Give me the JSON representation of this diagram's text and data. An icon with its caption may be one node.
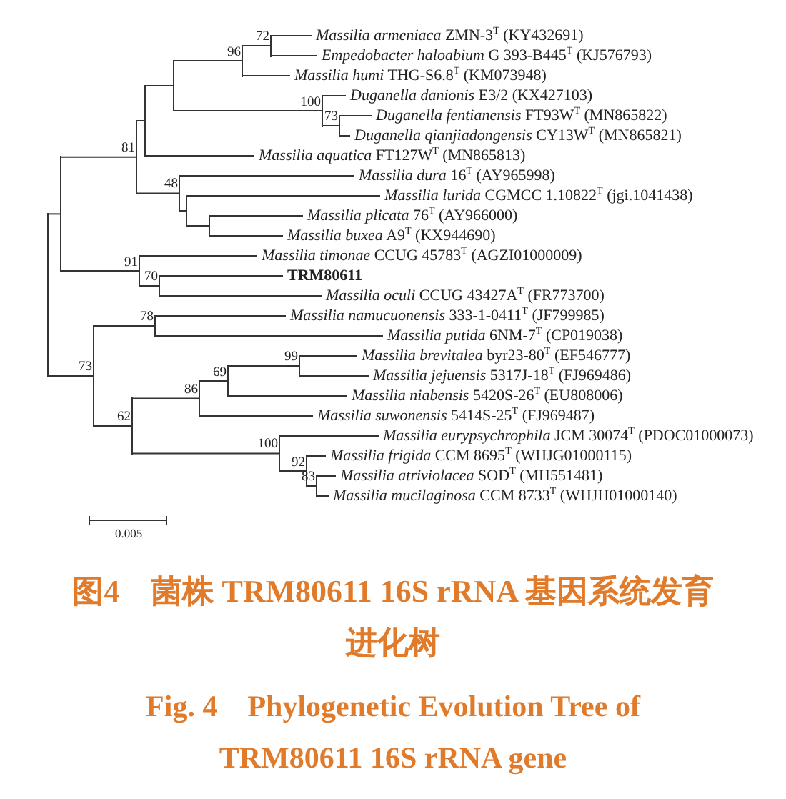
{
  "diagram": {
    "caption": "图4　菌株 TRM80611 16S rRNA 基因系统发育进化树",
    "nodes": [
      {
        "text": [
          "*Massilia armeniaca* ZMN-3$^{T}$ (KY432691)"
        ]
      },
      {
        "text": [
          "*Empedobacter haloabium* G 393-B445$^{T}$ (KJ576793)"
        ]
      },
      {
        "text": [
          "*Massilia humi* THG-S6.8$^{T}$ (KM073948)"
        ]
      },
      {
        "text": [
          "*Duganella danionis* E3/2 (KX427103)"
        ]
      },
      {
        "text": [
          "*Duganella fentianensis* FT93W$^{T}$ (MN865822)"
        ]
      },
      {
        "text": [
          "*Duganella qianjiadongensis* CY13W$^{T}$ (MN865821)"
        ]
      },
      {
        "text": [
          "*Massilia aquatica* FT127W$^{T}$ (MN865813)"
        ]
      },
      {
        "text": [
          "*Massilia dura* 16$^{T}$ (AY965998)"
        ]
      },
      {
        "text": [
          "*Massilia lurida* CGMCC 1.10822$^{T}$ (jgi.1041438)"
        ]
      },
      {
        "text": [
          "*Massilia plicata* 76$^{T}$ (AY966000)"
        ]
      },
      {
        "text": [
          "*Massilia buxea* A9$^{T}$ (KX944690)"
        ]
      },
      {
        "text": [
          "*Massilia timonae* CCUG 45783$^{T}$ (AGZI01000009)"
        ]
      },
      {
        "text": [
          "**TRM80611**"
        ]
      },
      {
        "text": [
          "*Massilia oculi* CCUG 43427A$^{T}$ (FR773700)"
        ]
      },
      {
        "text": [
          "*Massilia namucuonensis* 333-1-0411$^{T}$ (JF799985)"
        ]
      },
      {
        "text": [
          "*Massilia putida* 6NM-7$^{T}$ (CP019038)"
        ]
      },
      {
        "text": [
          "*Massilia brevitalea* byr23-80$^{T}$ (EF546777)"
        ]
      },
      {
        "text": [
          "*Massilia jejuensis* 5317J-18$^{T}$ (FJ969486)"
        ]
      },
      {
        "text": [
          "*Massilia niabensis* 5420S-26$^{T}$ (EU808006)"
        ]
      },
      {
        "text": [
          "*Massilia suwonensis* 5414S-25$^{T}$ (FJ969487)"
        ]
      },
      {
        "text": [
          "*Massilia eurypsychrophila* JCM 30074$^{T}$ (PDOC01000073)"
        ]
      },
      {
        "text": [
          "*Massilia frigida* CCM 8695$^{T}$ (WHJG01000115)"
        ]
      },
      {
        "text": [
          "*Massilia atriviolacea* SOD$^{T}$ (MH551481)"
        ]
      },
      {
        "text": [
          "*Massilia mucilaginosa* CCM 8733$^{T}$ (WHJH01000140)"
        ]
      },
      {
        "text": [],
        "shape": "bar",
        "beside": [
          "72"
        ]
      },
      {
        "text": [],
        "shape": "bar",
        "beside": [
          "96"
        ]
      },
      {
        "text": [],
        "shape": "bar",
        "beside": [
          "100"
        ]
      },
      {
        "text": [],
        "shape": "bar",
        "beside": [
          "73"
        ]
      },
      {
        "text": [],
        "shape": "bar"
      },
      {
        "text": [],
        "shape": "bar"
      },
      {
        "text": [],
        "shape": "bar",
        "beside": [
          "48"
        ]
      },
      {
        "text": [],
        "shape": "bar"
      },
      {
        "text": [],
        "shape": "bar"
      },
      {
        "text": [],
        "shape": "bar",
        "beside": [
          "81"
        ]
      },
      {
        "text": [],
        "shape": "bar",
        "beside": [
          "91"
        ]
      },
      {
        "text": [],
        "shape": "bar",
        "beside": [
          "70"
        ]
      },
      {
        "text": [],
        "shape": "bar"
      },
      {
        "text": [],
        "shape": "bar"
      },
      {
        "text": [],
        "shape": "bar",
        "beside": [
          "73"
        ]
      },
      {
        "text": [],
        "shape": "bar",
        "beside": [
          "78"
        ]
      },
      {
        "text": [],
        "shape": "bar",
        "beside": [
          "62"
        ]
      },
      {
        "text": [],
        "shape": "bar",
        "beside": [
          "86"
        ]
      },
      {
        "text": [],
        "shape": "bar",
        "beside": [
          "69"
        ]
      },
      {
        "text": [],
        "shape": "bar",
        "beside": [
          "99"
        ]
      },
      {
        "text": [],
        "shape": "bar",
        "beside": [
          "100"
        ]
      },
      {
        "text": [],
        "shape": "bar",
        "beside": [
          "92"
        ]
      },
      {
        "text": [],
        "shape": "bar",
        "beside": [
          "83"
        ]
      }
    ],
    "edges": [
      {
        "from": 24,
        "to": 0,
        "arrow": "none"
      },
      {
        "from": 24,
        "to": 1,
        "arrow": "none"
      },
      {
        "from": 25,
        "to": 24,
        "arrow": "none"
      },
      {
        "from": 25,
        "to": 2,
        "arrow": "none"
      },
      {
        "from": 26,
        "to": 3,
        "arrow": "none"
      },
      {
        "from": 26,
        "to": 27,
        "arrow": "none"
      },
      {
        "from": 27,
        "to": 4,
        "arrow": "none"
      },
      {
        "from": 27,
        "to": 5,
        "arrow": "none"
      },
      {
        "from": 28,
        "to": 25,
        "arrow": "none"
      },
      {
        "from": 28,
        "to": 26,
        "arrow": "none"
      },
      {
        "from": 29,
        "to": 28,
        "arrow": "none"
      },
      {
        "from": 29,
        "to": 6,
        "arrow": "none"
      },
      {
        "from": 30,
        "to": 7,
        "arrow": "none"
      },
      {
        "from": 30,
        "to": 31,
        "arrow": "none"
      },
      {
        "from": 31,
        "to": 8,
        "arrow": "none"
      },
      {
        "from": 31,
        "to": 32,
        "arrow": "none"
      },
      {
        "from": 32,
        "to": 9,
        "arrow": "none"
      },
      {
        "from": 32,
        "to": 10,
        "arrow": "none"
      },
      {
        "from": 33,
        "to": 29,
        "arrow": "none"
      },
      {
        "from": 33,
        "to": 30,
        "arrow": "none"
      },
      {
        "from": 34,
        "to": 11,
        "arrow": "none"
      },
      {
        "from": 34,
        "to": 35,
        "arrow": "none"
      },
      {
        "from": 35,
        "to": 12,
        "arrow": "none"
      },
      {
        "from": 35,
        "to": 13,
        "arrow": "none"
      },
      {
        "from": 36,
        "to": 33,
        "arrow": "none"
      },
      {
        "from": 36,
        "to": 34,
        "arrow": "none"
      },
      {
        "from": 37,
        "to": 36,
        "arrow": "none"
      },
      {
        "from": 37,
        "to": 38,
        "arrow": "none"
      },
      {
        "from": 38,
        "to": 39,
        "arrow": "none"
      },
      {
        "from": 38,
        "to": 40,
        "arrow": "none"
      },
      {
        "from": 39,
        "to": 14,
        "arrow": "none"
      },
      {
        "from": 39,
        "to": 15,
        "arrow": "none"
      },
      {
        "from": 40,
        "to": 41,
        "arrow": "none"
      },
      {
        "from": 40,
        "to": 44,
        "arrow": "none"
      },
      {
        "from": 41,
        "to": 42,
        "arrow": "none"
      },
      {
        "from": 41,
        "to": 19,
        "arrow": "none"
      },
      {
        "from": 42,
        "to": 43,
        "arrow": "none"
      },
      {
        "from": 42,
        "to": 18,
        "arrow": "none"
      },
      {
        "from": 43,
        "to": 16,
        "arrow": "none"
      },
      {
        "from": 43,
        "to": 17,
        "arrow": "none"
      },
      {
        "from": 44,
        "to": 20,
        "arrow": "none"
      },
      {
        "from": 44,
        "to": 45,
        "arrow": "none"
      },
      {
        "from": 45,
        "to": 21,
        "arrow": "none"
      },
      {
        "from": 45,
        "to": 46,
        "arrow": "none"
      },
      {
        "from": 46,
        "to": 22,
        "arrow": "none"
      },
      {
        "from": 46,
        "to": 23,
        "arrow": "none"
      }
    ],
    "labels": [
      "0.005",
      "Fig. 4　Phylogenetic Evolution Tree of TRM80611 16S rRNA gene"
    ]
  }
}
